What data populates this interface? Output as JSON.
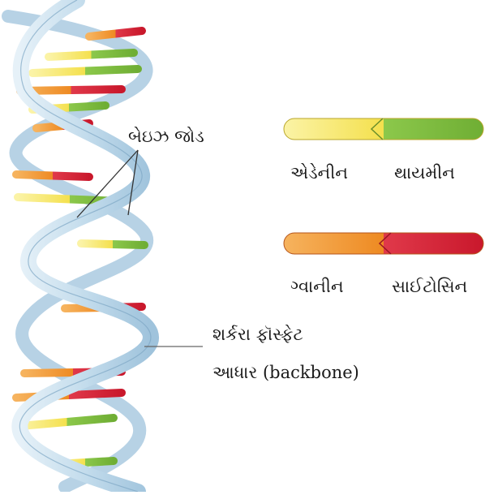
{
  "labels": {
    "base_pair": "બેઇઝ જોડ",
    "adenine": "એડેનીન",
    "thymine": "થાયમીન",
    "guanine": "ગ્વાનીન",
    "cytosine": "સાઈટોસિન",
    "backbone_line1": "શર્કરા ફૉસ્ફેટ",
    "backbone_line2": "આધાર (backbone)"
  },
  "colors": {
    "adenine": "#f4e04d",
    "thymine": "#7fbf3f",
    "guanine": "#f0952e",
    "cytosine": "#d8283a",
    "backbone": "#bcd9ec",
    "backbone_edge": "#7ea7c4"
  }
}
